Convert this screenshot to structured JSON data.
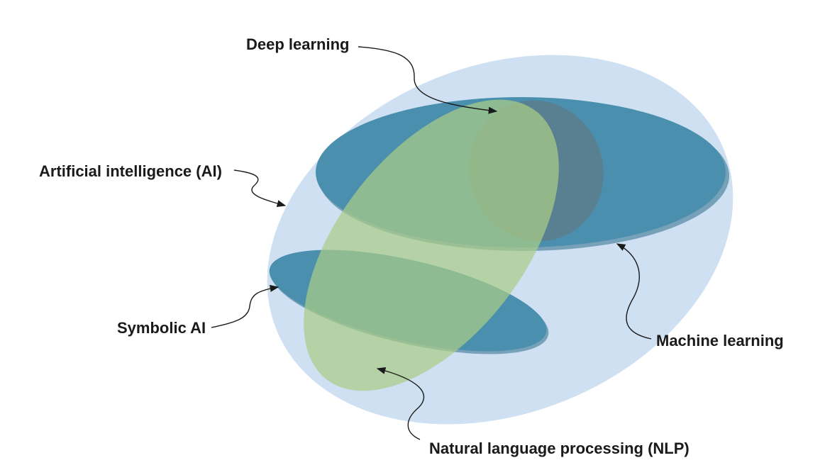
{
  "labels": {
    "deep_learning": "Deep learning",
    "artificial_intelligence": "Artificial intelligence (AI)",
    "symbolic_ai": "Symbolic AI",
    "machine_learning": "Machine learning",
    "nlp": "Natural language processing (NLP)"
  },
  "colors": {
    "ai_region": "#cfe0f2",
    "machine_learning_region": "#4a8fae",
    "symbolic_ai_region": "#4a8fae",
    "deep_learning_region": "#5a7f8e",
    "nlp_region": "#a9cc86",
    "text": "#1a1a1a"
  }
}
